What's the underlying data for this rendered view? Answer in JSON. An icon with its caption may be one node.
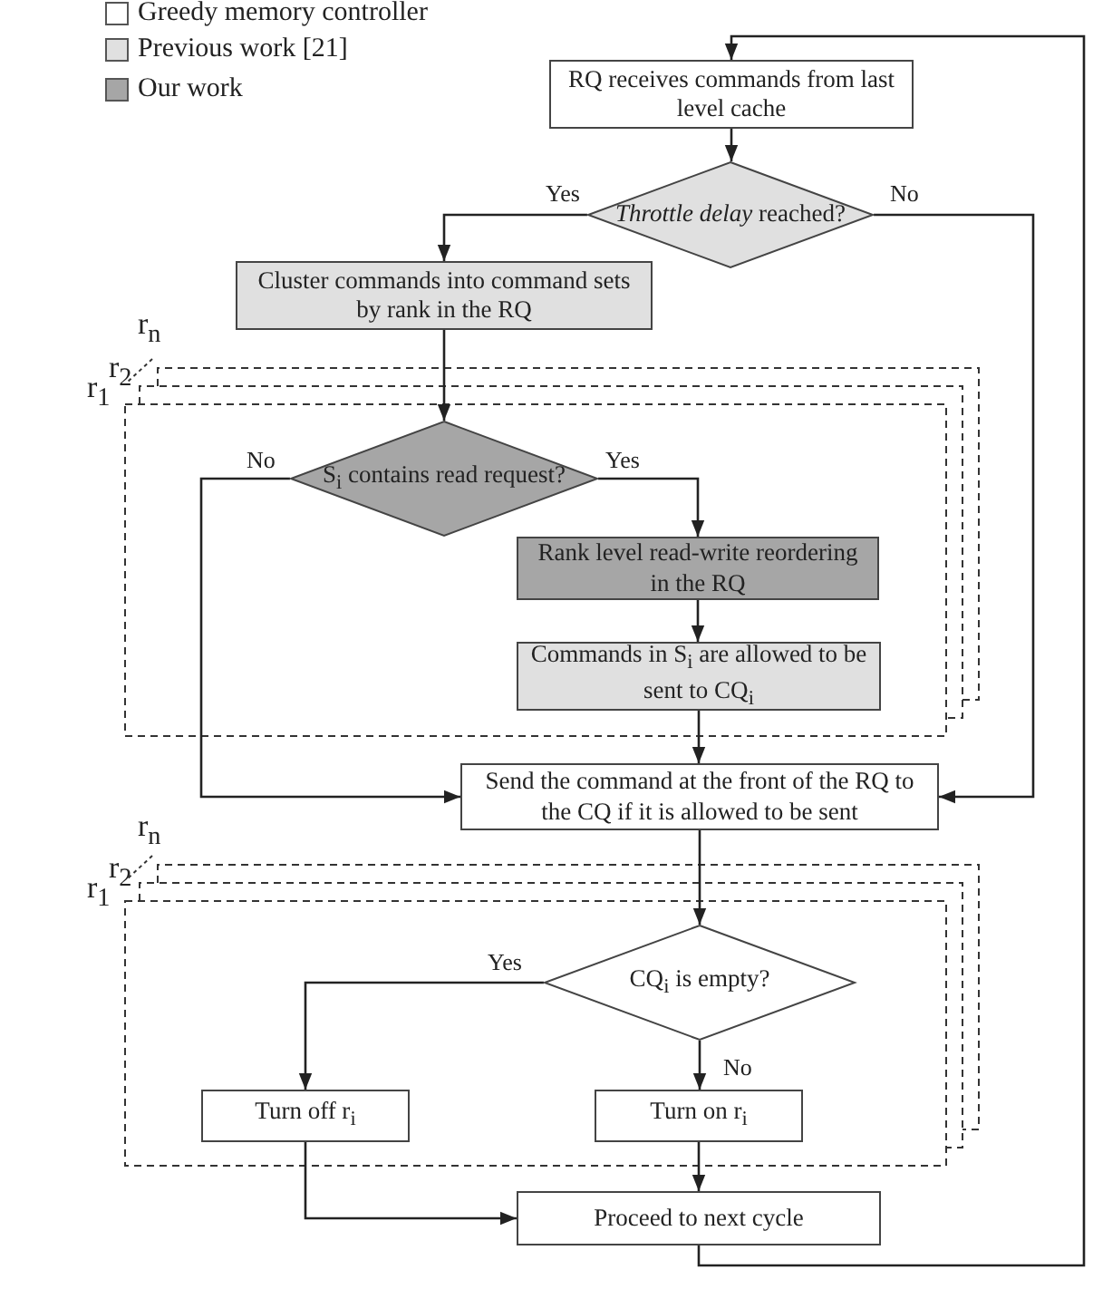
{
  "diagram": {
    "nodes": [
      {
        "text": [
          "RQ receives commands from last level cache"
        ]
      },
      {
        "text": [
          "*Throttle delay* reached?"
        ]
      },
      {
        "text": [
          "Cluster commands into command sets by rank in the RQ"
        ]
      },
      {
        "text": [
          "S$_{i}$ contains read request?"
        ]
      },
      {
        "text": [
          "Rank level read-write reordering in the RQ"
        ]
      },
      {
        "text": [
          "Commands in S$_{i}$ are allowed to be sent to CQ$_{i}$"
        ]
      },
      {
        "text": [
          "Send the command at the front of the RQ to the CQ if it is allowed to be sent"
        ]
      },
      {
        "text": [
          "CQ$_{i}$ is empty?"
        ]
      },
      {
        "text": [
          "Turn off r$_{i}$"
        ]
      },
      {
        "text": [
          "Turn on r$_{i}$"
        ]
      },
      {
        "text": [
          "Proceed to next cycle"
        ]
      }
    ],
    "edges": [
      {
        "from": 0,
        "to": 1,
        "arrow": "to"
      },
      {
        "from": 1,
        "to": 2,
        "arrow": "to",
        "label": "Yes"
      },
      {
        "from": 1,
        "to": 6,
        "arrow": "to",
        "label": "No"
      },
      {
        "from": 2,
        "to": 3,
        "arrow": "to"
      },
      {
        "from": 3,
        "to": 6,
        "arrow": "to",
        "label": "No"
      },
      {
        "from": 3,
        "to": 4,
        "arrow": "to",
        "label": "Yes"
      },
      {
        "from": 4,
        "to": 5,
        "arrow": "to"
      },
      {
        "from": 5,
        "to": 6,
        "arrow": "to"
      },
      {
        "from": 6,
        "to": 7,
        "arrow": "to"
      },
      {
        "from": 7,
        "to": 8,
        "arrow": "to",
        "label": "Yes"
      },
      {
        "from": 7,
        "to": 9,
        "arrow": "to",
        "label": "No"
      },
      {
        "from": 8,
        "to": 10,
        "arrow": "to"
      },
      {
        "from": 9,
        "to": 10,
        "arrow": "to"
      },
      {
        "from": 10,
        "to": 0,
        "arrow": "to"
      }
    ],
    "labels": [
      "r$_{n}$",
      "r$_{2}$",
      "r$_{1}$",
      "r$_{n}$",
      "r$_{2}$",
      "r$_{1}$"
    ],
    "legend": [
      {
        "text": "Greedy memory controller",
        "color": "#ffffff"
      },
      {
        "text": "Previous work [21]",
        "color": "#e0e0e0"
      },
      {
        "text": "Our work",
        "color": "#a6a6a6"
      }
    ]
  }
}
